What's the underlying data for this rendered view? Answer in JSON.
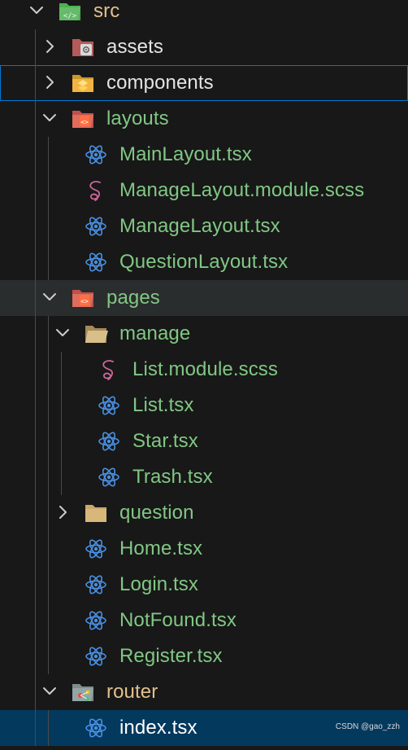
{
  "explorer": {
    "items": [
      {
        "label": "src",
        "depth": 0,
        "kind": "folder",
        "icon": "src-folder-open-icon",
        "expanded": true,
        "color": "yellow"
      },
      {
        "label": "assets",
        "depth": 1,
        "kind": "folder",
        "icon": "assets-folder-icon",
        "expanded": false,
        "color": "white"
      },
      {
        "label": "components",
        "depth": 1,
        "kind": "folder",
        "icon": "components-folder-icon",
        "expanded": false,
        "color": "white",
        "focused": true
      },
      {
        "label": "layouts",
        "depth": 1,
        "kind": "folder",
        "icon": "layout-folder-open-icon",
        "expanded": true,
        "color": "green"
      },
      {
        "label": "MainLayout.tsx",
        "depth": 2,
        "kind": "file",
        "icon": "react-icon",
        "color": "green"
      },
      {
        "label": "ManageLayout.module.scss",
        "depth": 2,
        "kind": "file",
        "icon": "sass-icon",
        "color": "green"
      },
      {
        "label": "ManageLayout.tsx",
        "depth": 2,
        "kind": "file",
        "icon": "react-icon",
        "color": "green"
      },
      {
        "label": "QuestionLayout.tsx",
        "depth": 2,
        "kind": "file",
        "icon": "react-icon",
        "color": "green"
      },
      {
        "label": "pages",
        "depth": 1,
        "kind": "folder",
        "icon": "pages-folder-open-icon",
        "expanded": true,
        "color": "green",
        "hovered": true
      },
      {
        "label": "manage",
        "depth": 2,
        "kind": "folder",
        "icon": "folder-open-icon",
        "expanded": true,
        "color": "green"
      },
      {
        "label": "List.module.scss",
        "depth": 3,
        "kind": "file",
        "icon": "sass-icon",
        "color": "green"
      },
      {
        "label": "List.tsx",
        "depth": 3,
        "kind": "file",
        "icon": "react-icon",
        "color": "green"
      },
      {
        "label": "Star.tsx",
        "depth": 3,
        "kind": "file",
        "icon": "react-icon",
        "color": "green"
      },
      {
        "label": "Trash.tsx",
        "depth": 3,
        "kind": "file",
        "icon": "react-icon",
        "color": "green"
      },
      {
        "label": "question",
        "depth": 2,
        "kind": "folder",
        "icon": "folder-icon",
        "expanded": false,
        "color": "green"
      },
      {
        "label": "Home.tsx",
        "depth": 2,
        "kind": "file",
        "icon": "react-icon",
        "color": "green"
      },
      {
        "label": "Login.tsx",
        "depth": 2,
        "kind": "file",
        "icon": "react-icon",
        "color": "green"
      },
      {
        "label": "NotFound.tsx",
        "depth": 2,
        "kind": "file",
        "icon": "react-icon",
        "color": "green"
      },
      {
        "label": "Register.tsx",
        "depth": 2,
        "kind": "file",
        "icon": "react-icon",
        "color": "green"
      },
      {
        "label": "router",
        "depth": 1,
        "kind": "folder",
        "icon": "router-folder-open-icon",
        "expanded": true,
        "color": "yellow"
      },
      {
        "label": "index.tsx",
        "depth": 2,
        "kind": "file",
        "icon": "react-icon",
        "color": "selected",
        "selected": true
      }
    ]
  },
  "watermark": "CSDN @gao_zzh",
  "colors": {
    "background": "#181818",
    "hover": "#2a2d2e",
    "selection": "#04395e",
    "focus_border": "#0078d4",
    "label_green": "#81c784",
    "label_yellow": "#e2c08d",
    "label_white": "#e4e4e4",
    "react_blue": "#4a90e2",
    "sass_pink": "#cd6799"
  }
}
